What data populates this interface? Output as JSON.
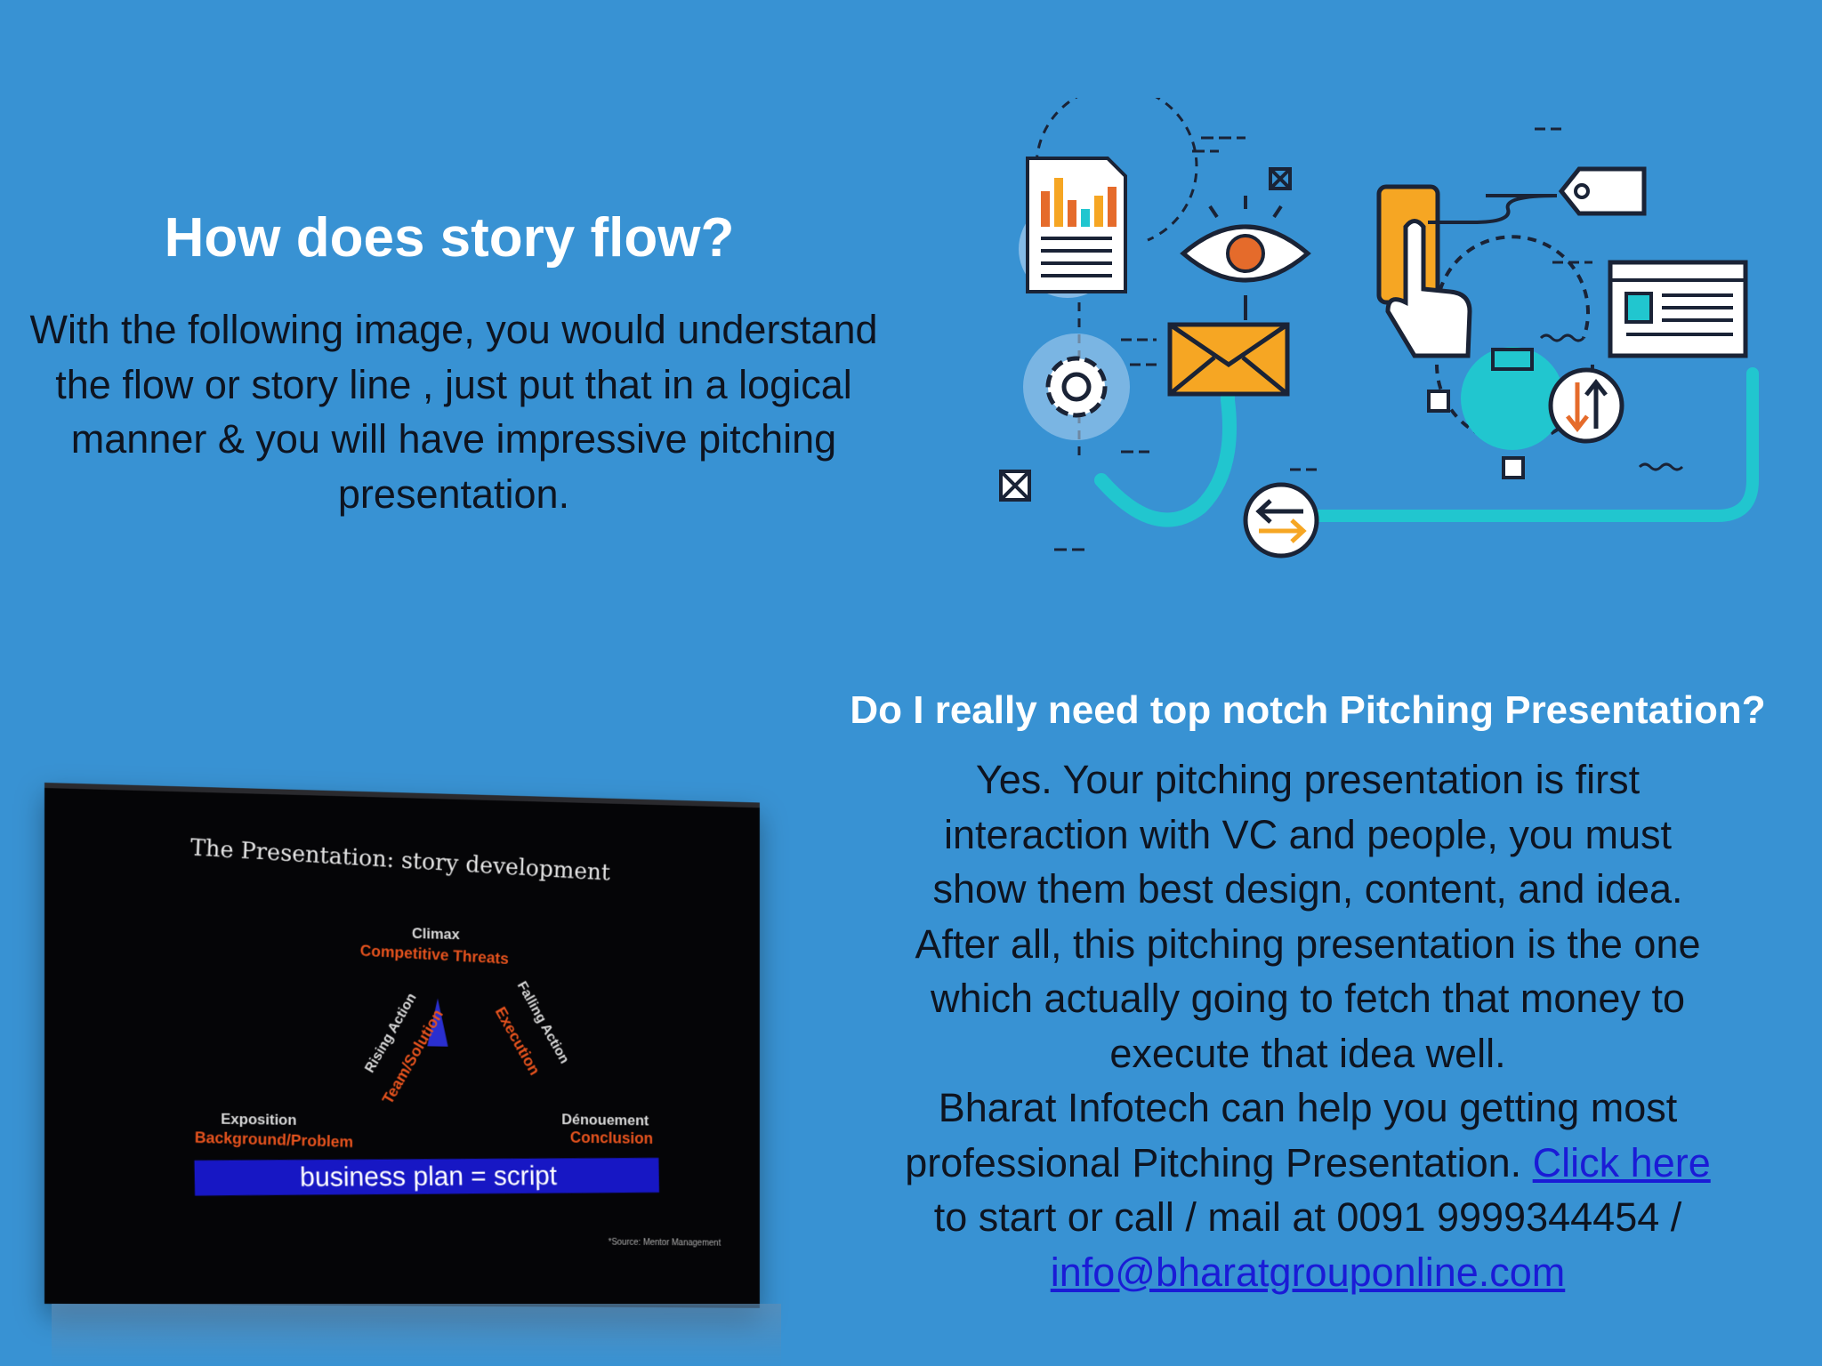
{
  "section_flow": {
    "heading": "How does story flow?",
    "body": "With the following image, you would understand the flow or story line , just put that in a logical manner & you will have impressive pitching presentation."
  },
  "section_pitch": {
    "heading": "Do I really need top notch Pitching Presentation?",
    "lines": [
      "Yes. Your pitching presentation is first",
      "interaction with VC and people, you must",
      "show them best design, content, and idea.",
      "After all, this pitching presentation is the one",
      "which actually going to fetch that money to",
      "execute that idea well.",
      "Bharat Infotech can help you getting most"
    ],
    "line_before_link": "professional Pitching Presentation. ",
    "link_label": "Click here",
    "line_after_link": "to start or call / mail at 0091 9999344454 /",
    "email": "info@bharatgrouponline.com"
  },
  "story_slide": {
    "title": "The Presentation: story development",
    "climax_label": "Climax",
    "climax_sub": "Competitive Threats",
    "rising_label": "Rising Action",
    "rising_sub": "Team/Solution",
    "falling_label": "Falling Action",
    "falling_sub": "Execution",
    "exposition_label": "Exposition",
    "exposition_sub": "Background/Problem",
    "denouement_label": "Dénouement",
    "denouement_sub": "Conclusion",
    "bar_text": "business plan = script",
    "source_note": "*Source: Mentor Management"
  },
  "colors": {
    "background": "#3892d3",
    "teal": "#21c6cf",
    "orange": "#f6a623",
    "link": "#1a1bd6"
  },
  "icons": [
    "report-chart-icon",
    "gear-icon",
    "envelope-icon",
    "eye-icon",
    "phone-touch-icon",
    "price-tag-icon",
    "browser-window-icon",
    "sort-arrows-icon",
    "exchange-arrows-icon",
    "close-box-icon"
  ]
}
